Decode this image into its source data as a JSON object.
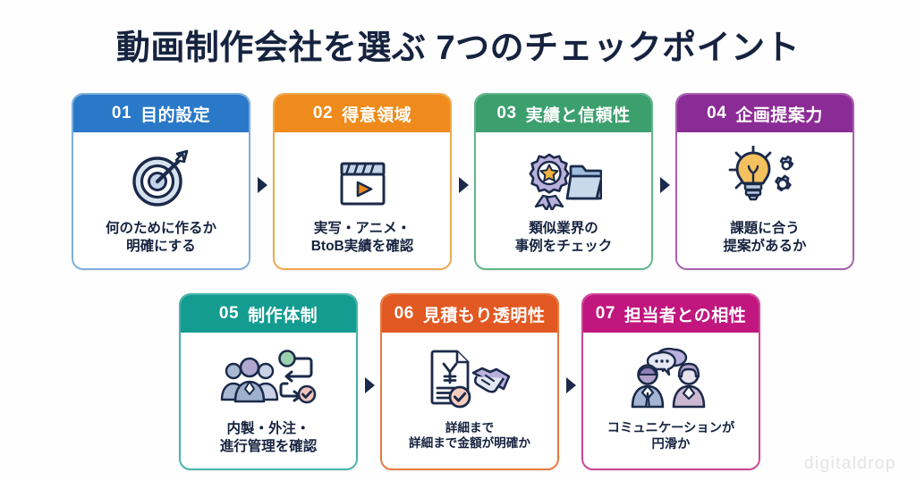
{
  "title": "動画制作会社を選ぶ 7つのチェックポイント",
  "watermark": "digitaldrop",
  "colors": {
    "title_text": "#16233F",
    "background": "#FEFEFE",
    "arrow": "#1B2A4A",
    "watermark": "#E4E4E4"
  },
  "cards": [
    {
      "number": "01",
      "heading": "目的設定",
      "description": "何のために作るか\n明確にする",
      "icon": "target-arrow-icon",
      "color": "#2A78C8",
      "border": "#7FAEDC",
      "row": 1
    },
    {
      "number": "02",
      "heading": "得意領域",
      "description": "実写・アニメ・\nBtoB実績を確認",
      "icon": "clapperboard-play-icon",
      "color": "#EE8B1C",
      "border": "#F0A94E",
      "row": 1
    },
    {
      "number": "03",
      "heading": "実績と信頼性",
      "description": "類似業界の\n事例をチェック",
      "icon": "award-folder-icon",
      "color": "#3C9F6E",
      "border": "#63B58C",
      "row": 1
    },
    {
      "number": "04",
      "heading": "企画提案力",
      "description": "課題に合う\n提案があるか",
      "icon": "lightbulb-gears-icon",
      "color": "#8B2C96",
      "border": "#A860B0",
      "row": 1
    },
    {
      "number": "05",
      "heading": "制作体制",
      "description": "内製・外注・\n進行管理を確認",
      "icon": "team-workflow-icon",
      "color": "#149C91",
      "border": "#45B4AB",
      "row": 2
    },
    {
      "number": "06",
      "heading": "見積もり透明性",
      "description": "詳細まで\n詳細まで金額が明確か",
      "icon": "invoice-handshake-icon",
      "color": "#E25822",
      "border": "#E8793F",
      "row": 2
    },
    {
      "number": "07",
      "heading": "担当者との相性",
      "description": "コミュニケーションが\n円滑か",
      "icon": "people-chat-icon",
      "color": "#C1167E",
      "border": "#CC4596",
      "row": 2
    }
  ]
}
